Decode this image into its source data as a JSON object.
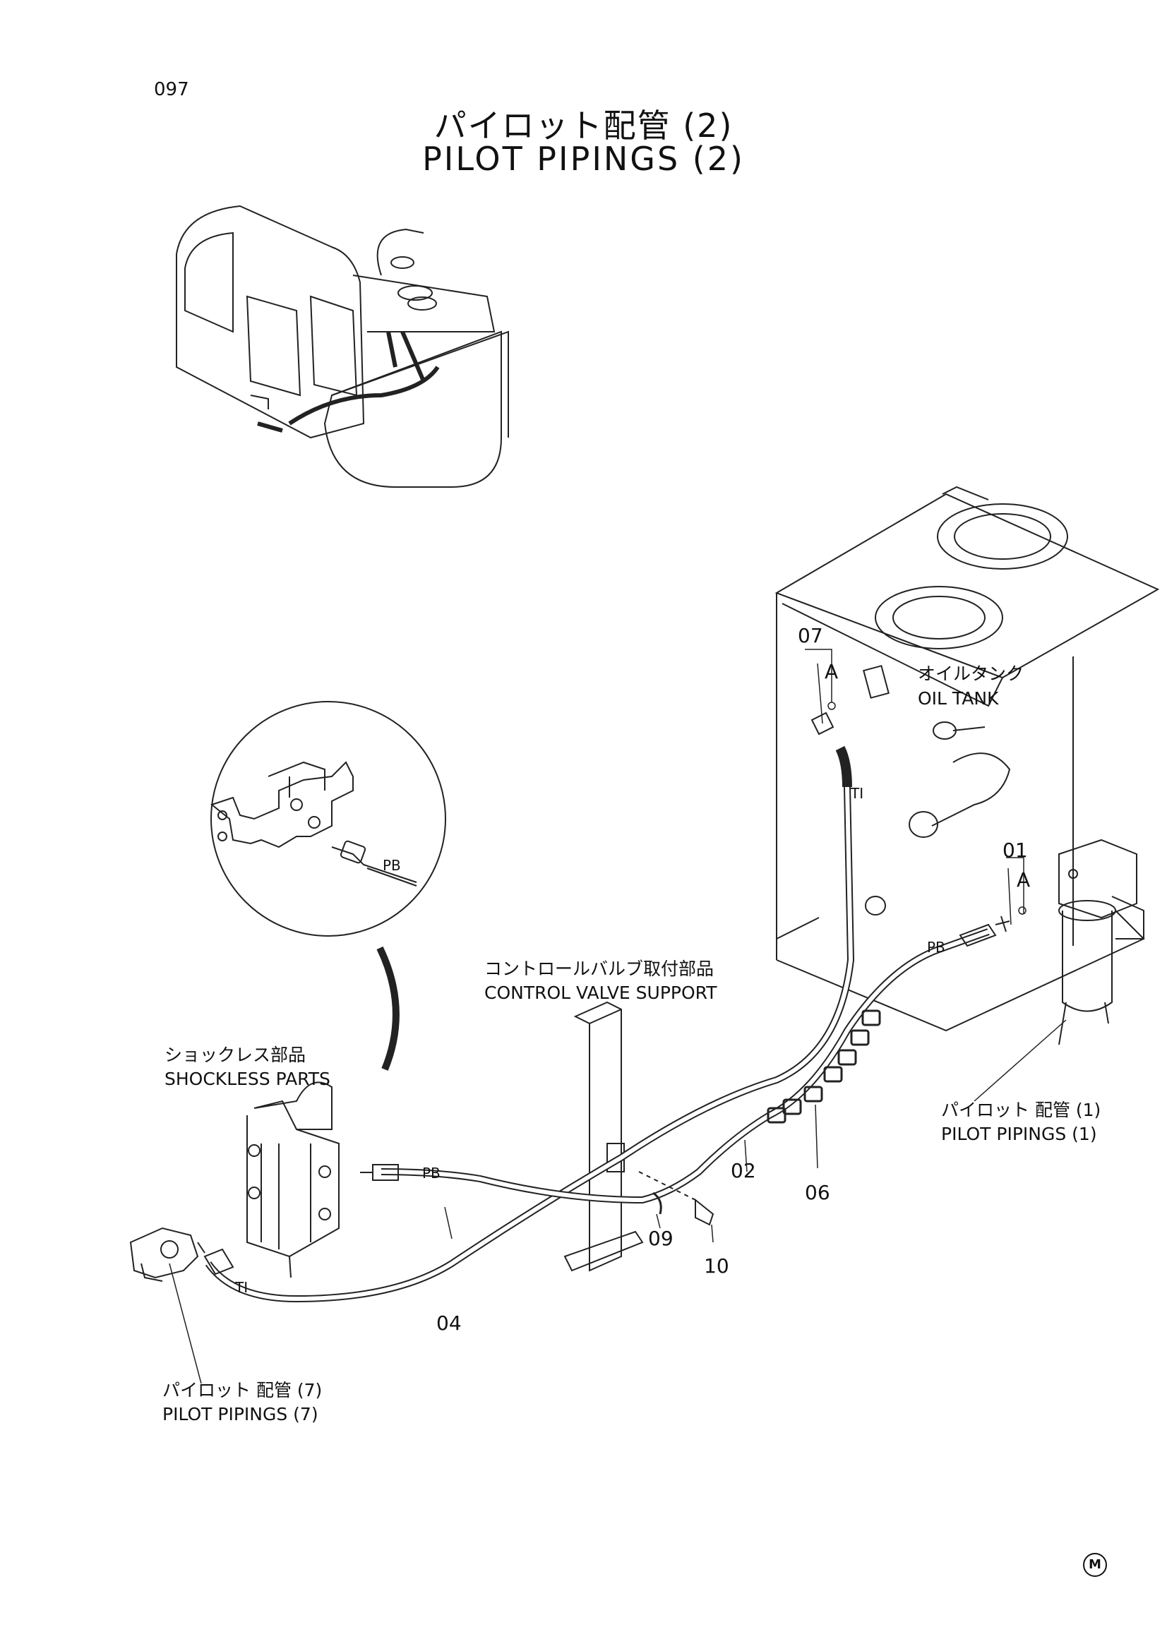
{
  "page_number": "097",
  "title": {
    "jp": "パイロット配管 (2)",
    "en": "PILOT  PIPINGS  (2)"
  },
  "labels": {
    "oil_tank_jp": "オイルタンク",
    "oil_tank_en": "OIL  TANK",
    "control_valve_support_jp": "コントロールバルブ取付部品",
    "control_valve_support_en": "CONTROL  VALVE  SUPPORT",
    "shockless_parts_jp": "ショックレス部品",
    "shockless_parts_en": "SHOCKLESS  PARTS",
    "pilot_pipings_1_jp": "パイロット 配管 (1)",
    "pilot_pipings_1_en": "PILOT PIPINGS  (1)",
    "pilot_pipings_7_jp": "パイロット 配管 (7)",
    "pilot_pipings_7_en": "PILOT PIPINGS (7)"
  },
  "callouts": {
    "c01": "01",
    "c02": "02",
    "c04": "04",
    "c06": "06",
    "c07": "07",
    "c09": "09",
    "c10": "10",
    "a_upper": "A",
    "a_lower": "A"
  },
  "port_marks": {
    "pb_circle": "PB",
    "pb_tank": "PB",
    "pb_valve": "PB",
    "ti_tank": "TI",
    "ti_lower": "TI"
  },
  "footer_mark": "M"
}
